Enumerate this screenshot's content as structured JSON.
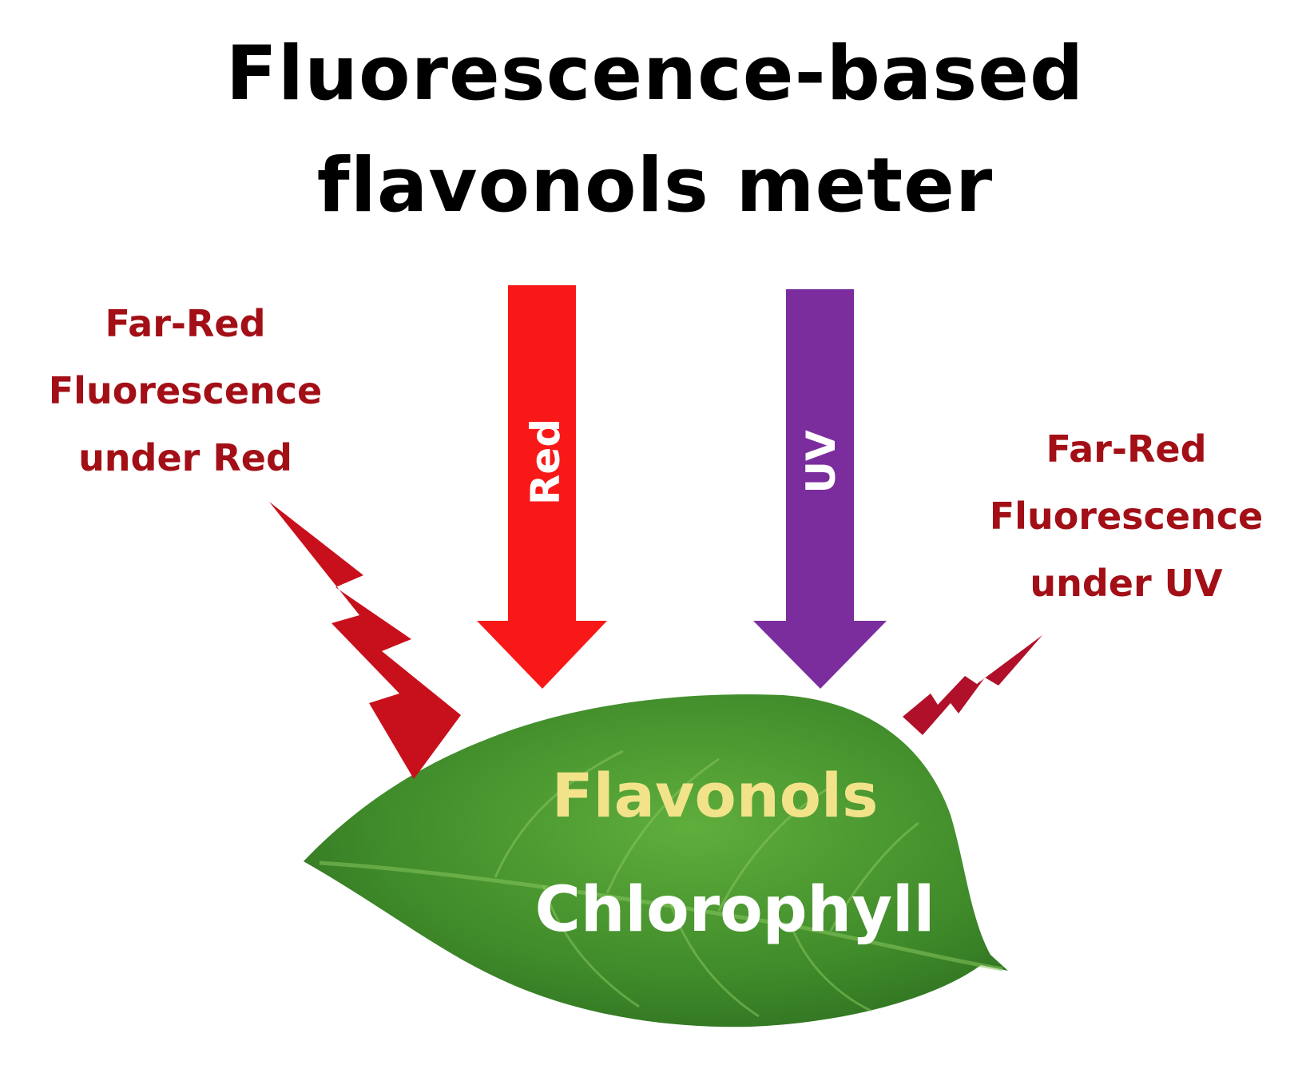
{
  "title": {
    "line1": "Fluorescence-based",
    "line2": "flavonols meter"
  },
  "arrows": {
    "red": {
      "label": "Red",
      "color": "#f81818"
    },
    "uv": {
      "label": "UV",
      "color": "#7b2d9e"
    }
  },
  "emissions": {
    "left": {
      "lines": [
        "Far-Red",
        "Fluorescence",
        "under Red"
      ],
      "color": "#a30f16",
      "bolt_color": "#c8101c"
    },
    "right": {
      "lines": [
        "Far-Red",
        "Fluorescence",
        "under UV"
      ],
      "color": "#a30f16",
      "bolt_color": "#b0102a"
    }
  },
  "leaf": {
    "label_top": "Flavonols",
    "label_top_color": "#f2e38a",
    "label_bottom": "Chlorophyll",
    "label_bottom_color": "#ffffff",
    "color": "#4f9a32"
  }
}
